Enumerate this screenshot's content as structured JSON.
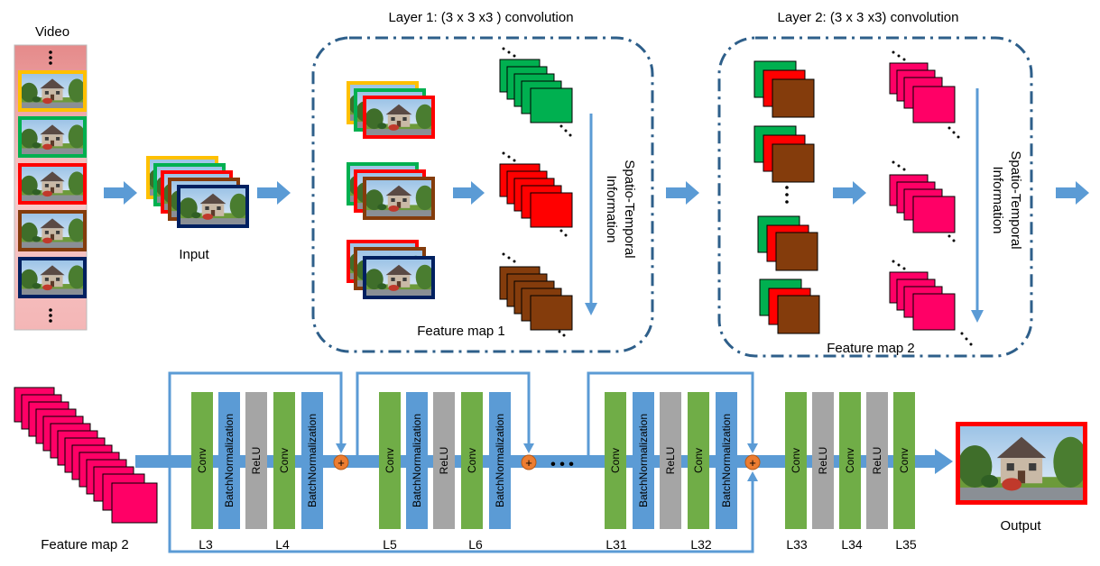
{
  "video": {
    "label": "Video"
  },
  "input": {
    "label": "Input"
  },
  "layer1": {
    "title": "Layer 1: (3 x 3 x3 ) convolution",
    "feature_label": "Feature map 1"
  },
  "layer2": {
    "title": "Layer 2: (3 x 3 x3) convolution",
    "feature_label": "Feature map 2"
  },
  "spatio_label": {
    "line1": "Spatio-Temporal",
    "line2": "Information"
  },
  "bottom": {
    "feature_label": "Feature map 2",
    "output_label": "Output",
    "ellipsis": "• • •",
    "plus": "+",
    "blocks": [
      {
        "text": "Conv",
        "color": "#70ad47"
      },
      {
        "text": "BatchNormalization",
        "color": "#5b9bd5"
      },
      {
        "text": "ReLU",
        "color": "#a5a5a5"
      },
      {
        "text": "Conv",
        "color": "#70ad47"
      },
      {
        "text": "BatchNormalization",
        "color": "#5b9bd5"
      },
      {
        "text": "Conv",
        "color": "#70ad47"
      },
      {
        "text": "BatchNormalization",
        "color": "#5b9bd5"
      },
      {
        "text": "ReLU",
        "color": "#a5a5a5"
      },
      {
        "text": "Conv",
        "color": "#70ad47"
      },
      {
        "text": "BatchNormalization",
        "color": "#5b9bd5"
      },
      {
        "text": "Conv",
        "color": "#70ad47"
      },
      {
        "text": "BatchNormalization",
        "color": "#5b9bd5"
      },
      {
        "text": "ReLU",
        "color": "#a5a5a5"
      },
      {
        "text": "Conv",
        "color": "#70ad47"
      },
      {
        "text": "BatchNormalization",
        "color": "#5b9bd5"
      },
      {
        "text": "Conv",
        "color": "#70ad47"
      },
      {
        "text": "ReLU",
        "color": "#a5a5a5"
      },
      {
        "text": "Conv",
        "color": "#70ad47"
      },
      {
        "text": "ReLU",
        "color": "#a5a5a5"
      },
      {
        "text": "Conv",
        "color": "#70ad47"
      }
    ],
    "layer_labels": [
      "L3",
      "L4",
      "L5",
      "L6",
      "L31",
      "L32",
      "L33",
      "L34",
      "L35"
    ]
  },
  "colors": {
    "frame_yellow": "#ffc000",
    "frame_green": "#00b050",
    "frame_red": "#ff0000",
    "frame_brown": "#843c0c",
    "frame_navy": "#002060",
    "feature_green": "#00b050",
    "feature_red": "#ff0000",
    "feature_brown": "#843c0c",
    "feature_pink": "#ff0066",
    "arrow_blue": "#5b9bd5",
    "dash_blue": "#2e5f8a",
    "strip_pink": "#f4b6b6",
    "plus_orange": "#ed7d31"
  }
}
